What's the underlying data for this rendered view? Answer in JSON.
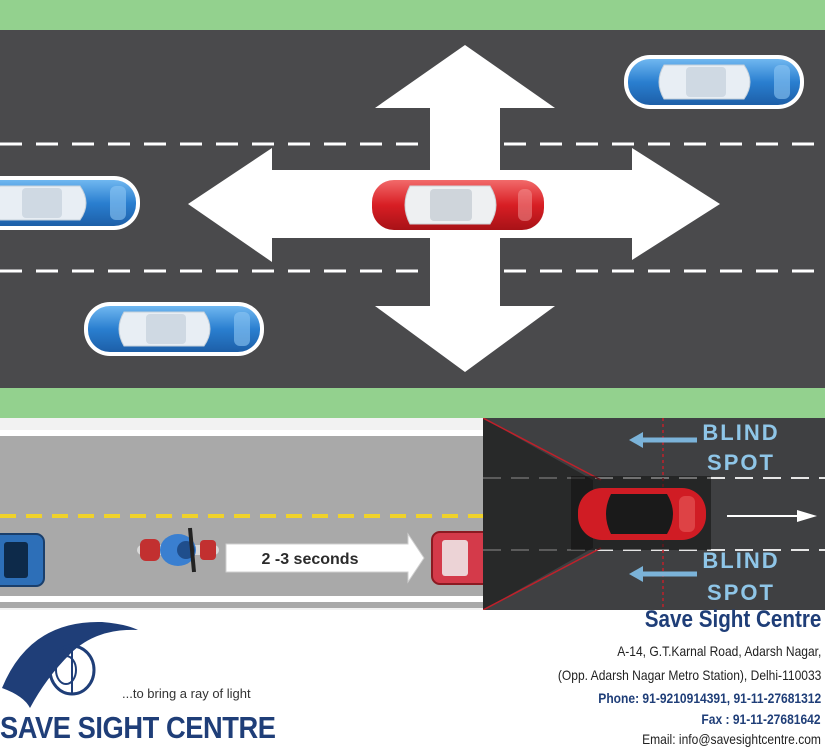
{
  "follow_scene": {
    "gap_label": "2 -3 seconds"
  },
  "blind_spot": {
    "label_top_line1": "BLIND",
    "label_top_line2": "SPOT",
    "label_bottom_line1": "BLIND",
    "label_bottom_line2": "SPOT"
  },
  "footer": {
    "tagline": "...to bring a ray of light",
    "brand": "SAVE SIGHT CENTRE",
    "contact_title": "Save Sight Centre",
    "address_line1": "A-14, G.T.Karnal Road, Adarsh Nagar,",
    "address_line2": "(Opp. Adarsh Nagar Metro Station), Delhi-110033",
    "phone": "Phone: 91-9210914391, 91-11-27681312",
    "fax": "Fax : 91-11-27681642",
    "email": "Email: info@savesightcentre.com"
  },
  "colors": {
    "grass": "#93d18e",
    "road": "#4a4a4c",
    "brand_blue": "#1f3e78",
    "car_red": "#d91f25",
    "car_blue": "#2f86d6"
  }
}
